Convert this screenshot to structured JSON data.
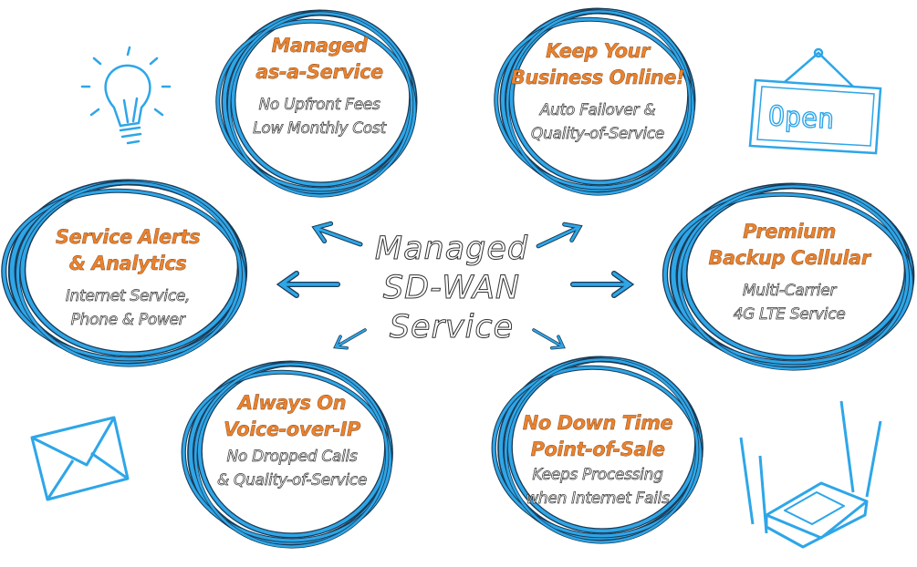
{
  "center": {
    "lines": [
      "Managed",
      "SD-WAN",
      "Service"
    ]
  },
  "nodes": [
    {
      "title": [
        "Managed",
        "as-a-Service"
      ],
      "sub": [
        "No Upfront Fees",
        "Low Monthly Cost"
      ]
    },
    {
      "title": [
        "Keep Your",
        "Business Online!"
      ],
      "sub": [
        "Auto Failover &",
        "Quality-of-Service"
      ]
    },
    {
      "title": [
        "Service Alerts",
        "& Analytics"
      ],
      "sub": [
        "Internet Service,",
        "Phone & Power"
      ]
    },
    {
      "title": [
        "Premium",
        "Backup Cellular"
      ],
      "sub": [
        "Multi-Carrier",
        "4G LTE Service"
      ]
    },
    {
      "title": [
        "Always On",
        "Voice-over-IP"
      ],
      "sub": [
        "No Dropped Calls",
        "& Quality-of-Service"
      ]
    },
    {
      "title": [
        "No Down Time",
        "Point-of-Sale"
      ],
      "sub": [
        "Keeps Processing",
        "when Internet Fails"
      ]
    }
  ],
  "sign": {
    "text": "Open"
  },
  "colors": {
    "accent": "#e9822f",
    "sketch": "#2ea6e8",
    "outline": "#1a3a55"
  }
}
